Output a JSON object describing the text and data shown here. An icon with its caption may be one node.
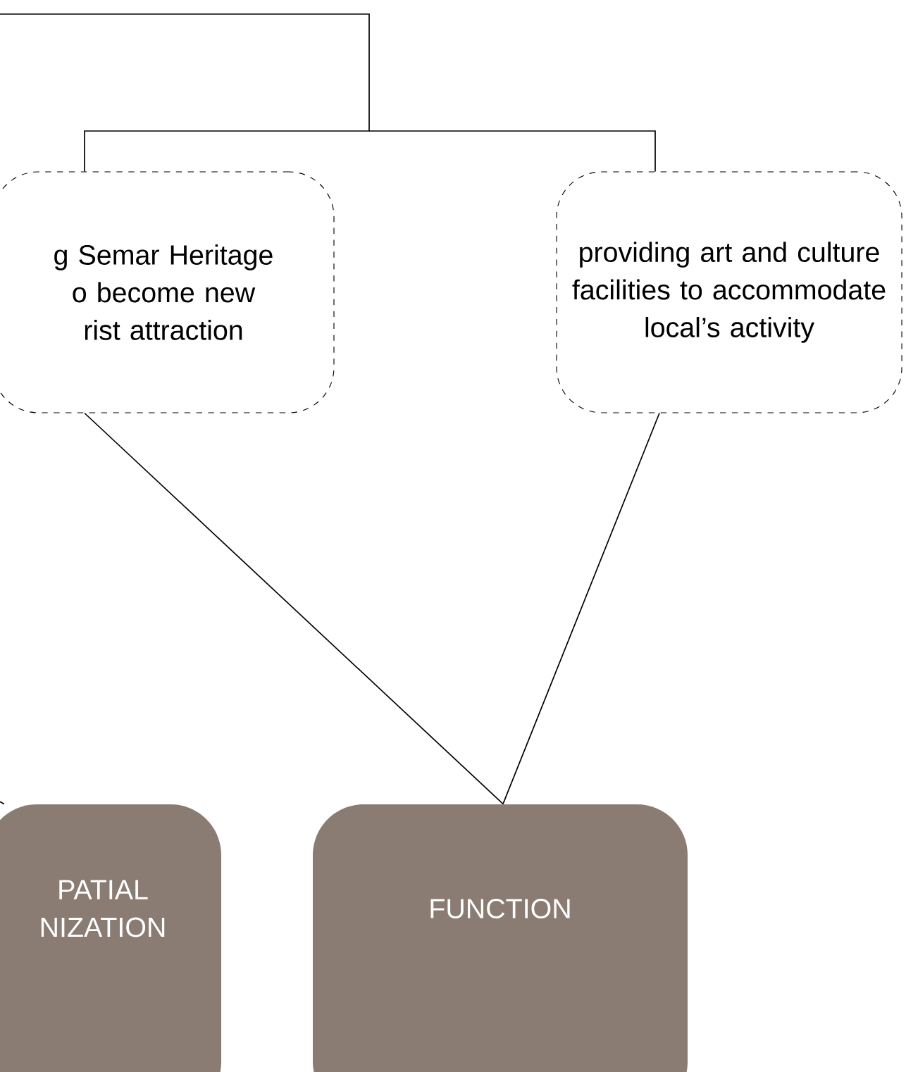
{
  "diagram": {
    "nodes": [
      {
        "text": [
          "g Semar Heritage o become new rist attraction"
        ]
      },
      {
        "text": [
          "providing art and culture facilities to accommodate local’s activity"
        ]
      },
      {
        "text": [
          "PATIAL NIZATION"
        ]
      },
      {
        "text": [
          "FUNCTION"
        ]
      }
    ],
    "edges": [
      {
        "from": null,
        "to": 0,
        "arrow": "none"
      },
      {
        "from": null,
        "to": 1,
        "arrow": "none"
      },
      {
        "from": 0,
        "to": 3,
        "arrow": "none"
      },
      {
        "from": 1,
        "to": 3,
        "arrow": "none"
      },
      {
        "from": null,
        "to": 2,
        "arrow": "none"
      }
    ]
  }
}
